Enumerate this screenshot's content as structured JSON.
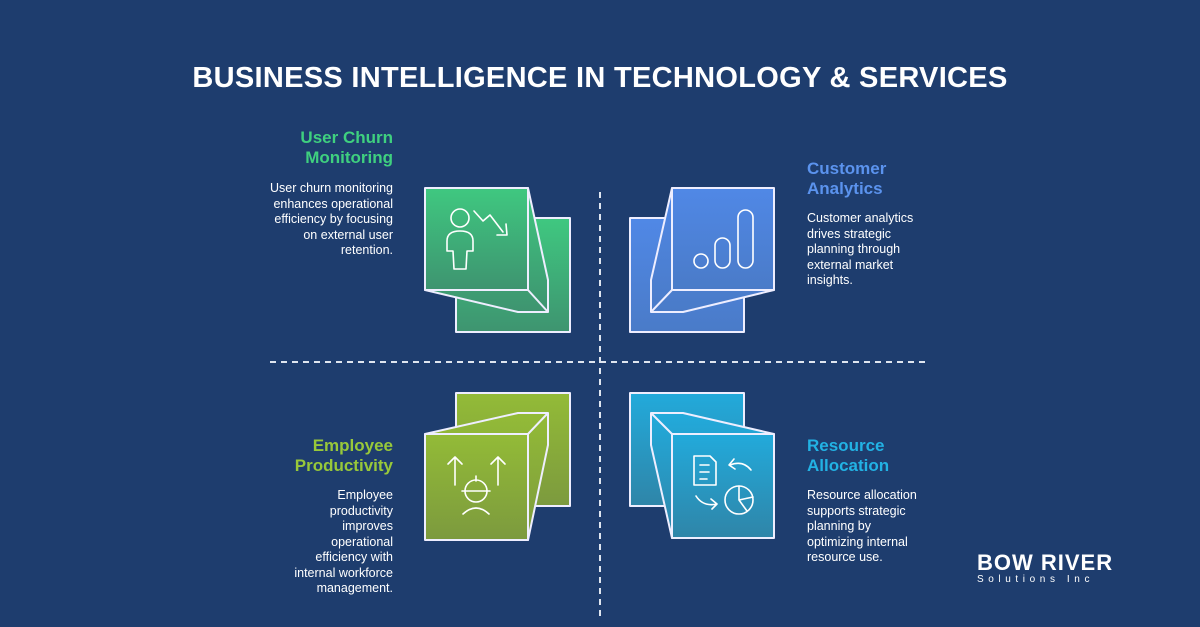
{
  "title": "BUSINESS INTELLIGENCE IN TECHNOLOGY & SERVICES",
  "quadrants": [
    {
      "heading": [
        "User Churn",
        "Monitoring"
      ],
      "text": "User churn monitoring enhances operational efficiency by focusing on external user retention.",
      "color": "#3fc47e",
      "icon": "user-churn-icon"
    },
    {
      "heading": [
        "Customer",
        "Analytics"
      ],
      "text": "Customer analytics drives strategic planning through external market insights.",
      "color": "#4f86e0",
      "icon": "bar-chart-icon"
    },
    {
      "heading": [
        "Employee",
        "Productivity"
      ],
      "text": "Employee productivity improves operational efficiency with internal workforce management.",
      "color": "#8ab83a",
      "icon": "worker-arrows-icon"
    },
    {
      "heading": [
        "Resource",
        "Allocation"
      ],
      "text": "Resource allocation supports strategic planning by optimizing internal resource use.",
      "color": "#21a7d8",
      "icon": "document-pie-icon"
    }
  ],
  "logo": {
    "line1": "BOW RIVER",
    "line2": "Solutions Inc"
  }
}
